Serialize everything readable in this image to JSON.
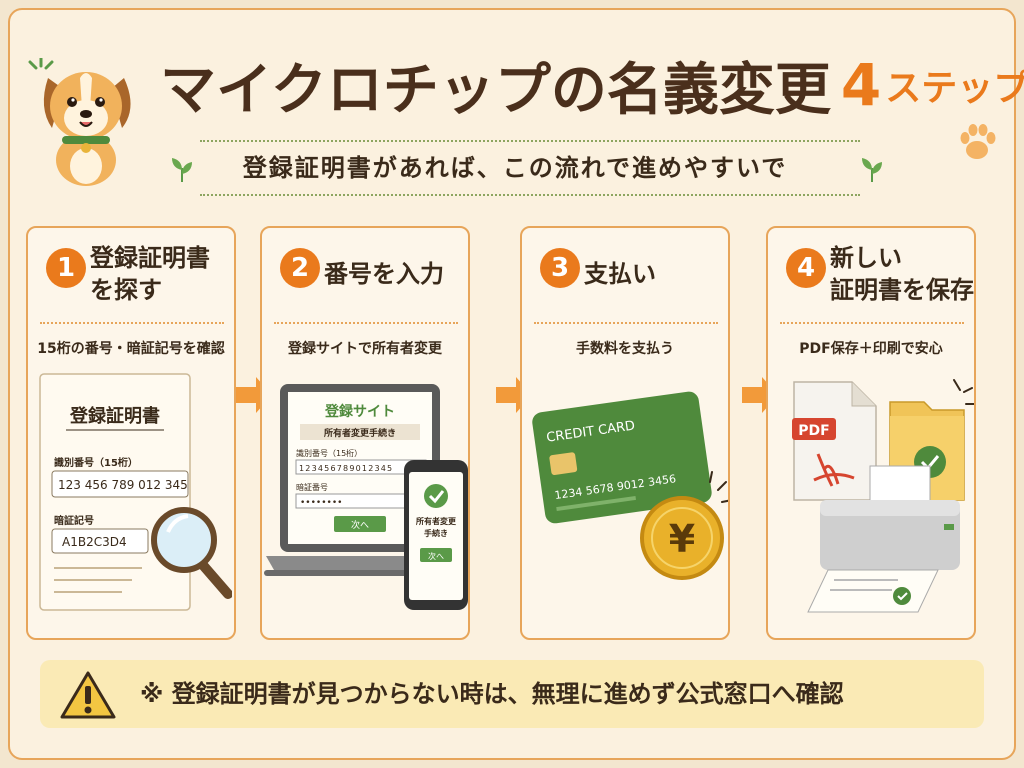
{
  "title": {
    "main": "マイクロチップの名義変更",
    "num": "4",
    "suffix": "ステップ"
  },
  "subtitle": "登録証明書があれば、この流れで進めやすいで",
  "steps": [
    {
      "num": "1",
      "title_l1": "登録証明書",
      "title_l2": "を探す",
      "desc": "15桁の番号・暗証記号を確認"
    },
    {
      "num": "2",
      "title_l1": "番号を入力",
      "title_l2": "",
      "desc": "登録サイトで所有者変更"
    },
    {
      "num": "3",
      "title_l1": "支払い",
      "title_l2": "",
      "desc": "手数料を支払う"
    },
    {
      "num": "4",
      "title_l1": "新しい",
      "title_l2": "証明書を保存",
      "desc": "PDF保存＋印刷で安心"
    }
  ],
  "step1_doc": {
    "heading": "登録証明書",
    "id_label": "識別番号（15桁）",
    "id_value": "123 456 789 012 345",
    "pin_label": "暗証記号",
    "pin_value": "A1B2C3D4"
  },
  "step2_site": {
    "heading": "登録サイト",
    "banner": "所有者変更手続き",
    "id_label": "識別番号（15桁）",
    "id_digits": "123456789012345",
    "pin_label": "暗証番号",
    "pin_value": "••••••••",
    "next": "次へ",
    "phone_text_l1": "所有者変更",
    "phone_text_l2": "手続き",
    "phone_next": "次へ"
  },
  "step3_card": {
    "brand": "CREDIT CARD",
    "number": "1234 5678 9012 3456",
    "coin": "¥"
  },
  "step4_files": {
    "pdf_label": "PDF"
  },
  "note": "※ 登録証明書が見つからない時は、無理に進めず公式窓口へ確認",
  "colors": {
    "accent": "#ea7a1c",
    "green": "#5a9a48",
    "border": "#e7a55a",
    "note_bg": "#faeab5"
  }
}
